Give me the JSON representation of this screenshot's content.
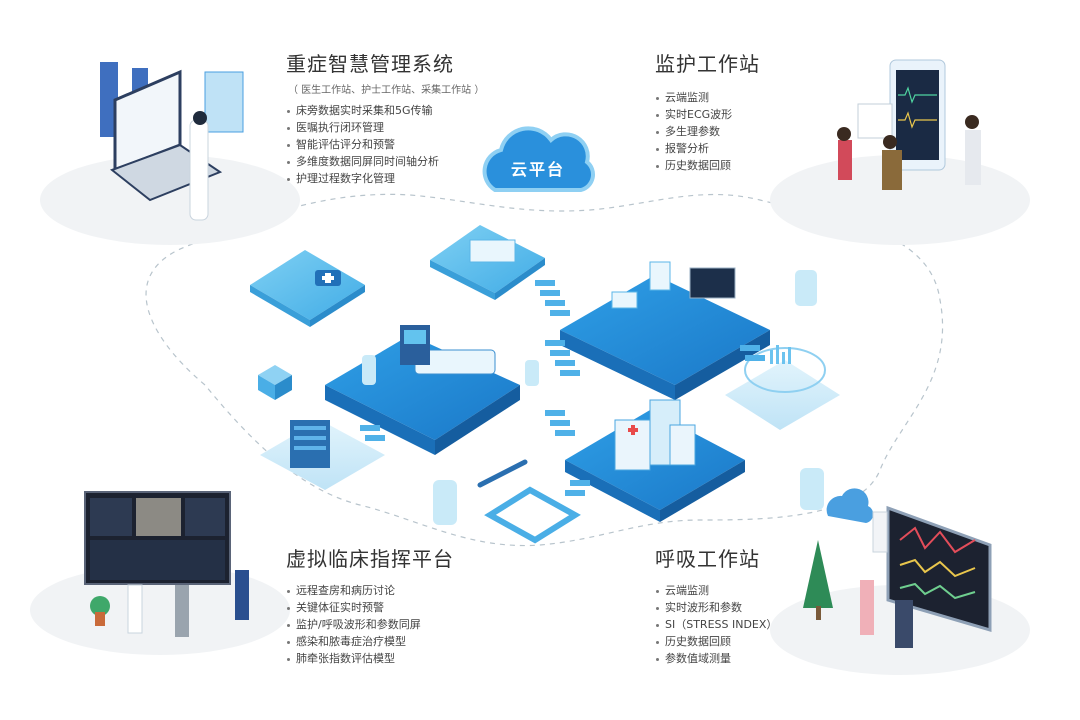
{
  "cloud": {
    "label": "云平台"
  },
  "blocks": [
    {
      "title": "重症智慧管理系统",
      "subtitle": "（ 医生工作站、护士工作站、采集工作站 ）",
      "items": [
        "床旁数据实时采集和5G传输",
        "医嘱执行闭环管理",
        "智能评估评分和预警",
        "多维度数据同屏同时间轴分析",
        "护理过程数字化管理"
      ]
    },
    {
      "title": "监护工作站",
      "items": [
        "云端监测",
        "实时ECG波形",
        "多生理参数",
        "报警分析",
        "历史数据回顾"
      ]
    },
    {
      "title": "虚拟临床指挥平台",
      "items": [
        "远程查房和病历讨论",
        "关键体征实时预警",
        "监护/呼吸波形和参数同屏",
        "感染和脓毒症治疗模型",
        "肺牵张指数评估模型"
      ]
    },
    {
      "title": "呼吸工作站",
      "items": [
        "云端监测",
        "实时波形和参数",
        "SI（STRESS INDEX）",
        "历史数据回顾",
        "参数值域测量"
      ]
    }
  ],
  "colors": {
    "primary": "#1e88d6",
    "mid": "#2d9be3",
    "light": "#6cc3ef",
    "pale": "#d6eefa",
    "cloud": "#2a90dc",
    "dash": "#b8c4cc"
  }
}
